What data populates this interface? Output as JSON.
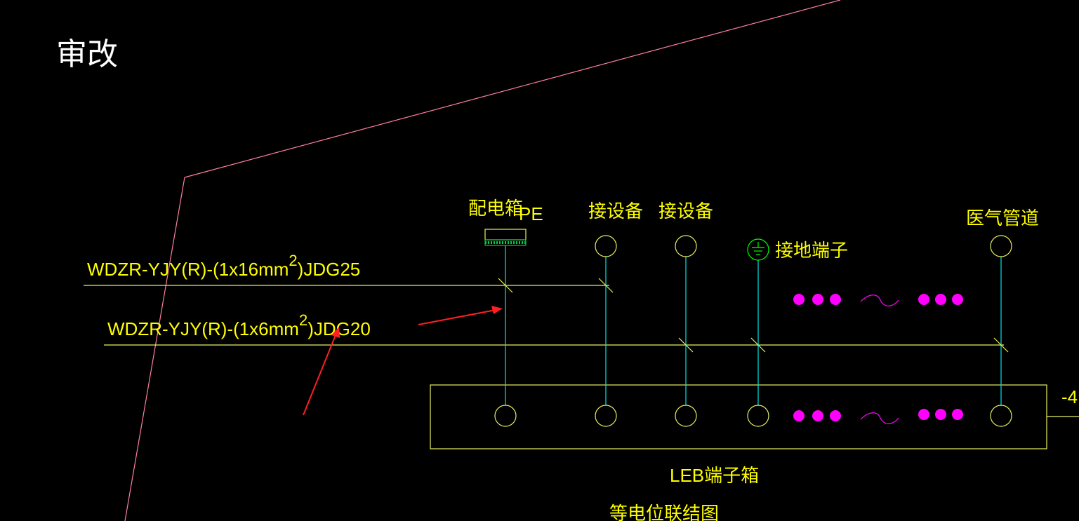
{
  "colors": {
    "background": "#000000",
    "text_yellow": "#ffff00",
    "cable_line": "#e8f060",
    "vertical_line": "#00e5e5",
    "border_pink": "#ff7f9f",
    "arrow_red": "#ff2020",
    "dots_magenta": "#ff00ff",
    "ground_green": "#00ff00",
    "panel_green": "#00cc44",
    "title_white": "#ffffff"
  },
  "title": "审改",
  "cables": [
    {
      "prefix": "WDZR-YJY(R)-(1x16mm",
      "sup": "2",
      "suffix": ")JDG25"
    },
    {
      "prefix": "WDZR-YJY(R)-(1x6mm",
      "sup": "2",
      "suffix": ")JDG20"
    }
  ],
  "labels": {
    "distribution_box": "配电箱",
    "pe": "PE",
    "equipment_1": "接设备",
    "equipment_2": "接设备",
    "ground_terminal": "接地端子",
    "medical_gas": "医气管道",
    "leb_box": "LEB端子箱",
    "diagram_title": "等电位联结图",
    "edge_text": "-4"
  },
  "icons": {
    "ground": "ground-symbol-icon",
    "dots": "ellipsis-dots-icon",
    "wave": "tilde-wave-icon",
    "arrow": "red-arrow-icon"
  }
}
